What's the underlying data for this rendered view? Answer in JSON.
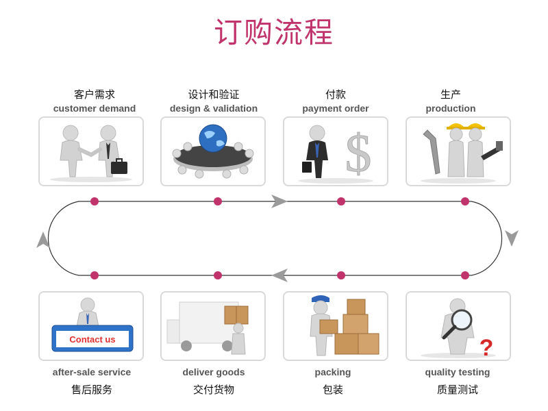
{
  "title": "订购流程",
  "steps_top": [
    {
      "cn": "客户需求",
      "en": "customer demand",
      "icon": "handshake-icon"
    },
    {
      "cn": "设计和验证",
      "en": "design & validation",
      "icon": "globe-meeting-icon"
    },
    {
      "cn": "付款",
      "en": "payment order",
      "icon": "dollar-icon"
    },
    {
      "cn": "生产",
      "en": "production",
      "icon": "workers-tools-icon"
    }
  ],
  "steps_bottom": [
    {
      "cn": "售后服务",
      "en": "after-sale service",
      "icon": "contact-us-icon",
      "badge": "Contact us"
    },
    {
      "cn": "交付货物",
      "en": "deliver goods",
      "icon": "delivery-truck-icon"
    },
    {
      "cn": "包装",
      "en": "packing",
      "icon": "boxes-icon"
    },
    {
      "cn": "质量测试",
      "en": "quality testing",
      "icon": "magnifier-question-icon",
      "mark": "?"
    }
  ],
  "colors": {
    "title": "#c0336b",
    "dot": "#c0336b",
    "line": "#333333",
    "border": "#d9d9d9"
  }
}
